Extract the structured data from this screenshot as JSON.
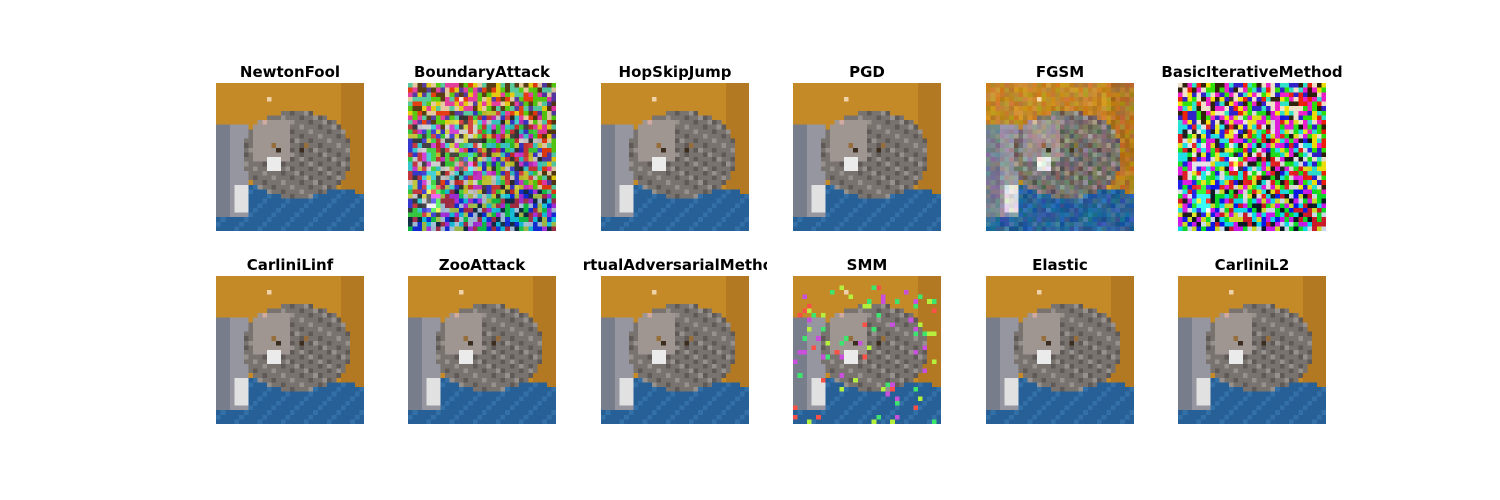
{
  "panels": [
    {
      "label": "NewtonFool",
      "noise": "none"
    },
    {
      "label": "BoundaryAttack",
      "noise": "heavy-color"
    },
    {
      "label": "HopSkipJump",
      "noise": "none"
    },
    {
      "label": "PGD",
      "noise": "none"
    },
    {
      "label": "FGSM",
      "noise": "light"
    },
    {
      "label": "BasicIterativeMethod",
      "noise": "extreme-color"
    },
    {
      "label": "CarliniLinf",
      "noise": "none"
    },
    {
      "label": "ZooAttack",
      "noise": "none"
    },
    {
      "label": "VirtualAdversarialMethod",
      "noise": "none"
    },
    {
      "label": "SMM",
      "noise": "sparse-pixels"
    },
    {
      "label": "Elastic",
      "noise": "none"
    },
    {
      "label": "CarliniL2",
      "noise": "none"
    }
  ]
}
